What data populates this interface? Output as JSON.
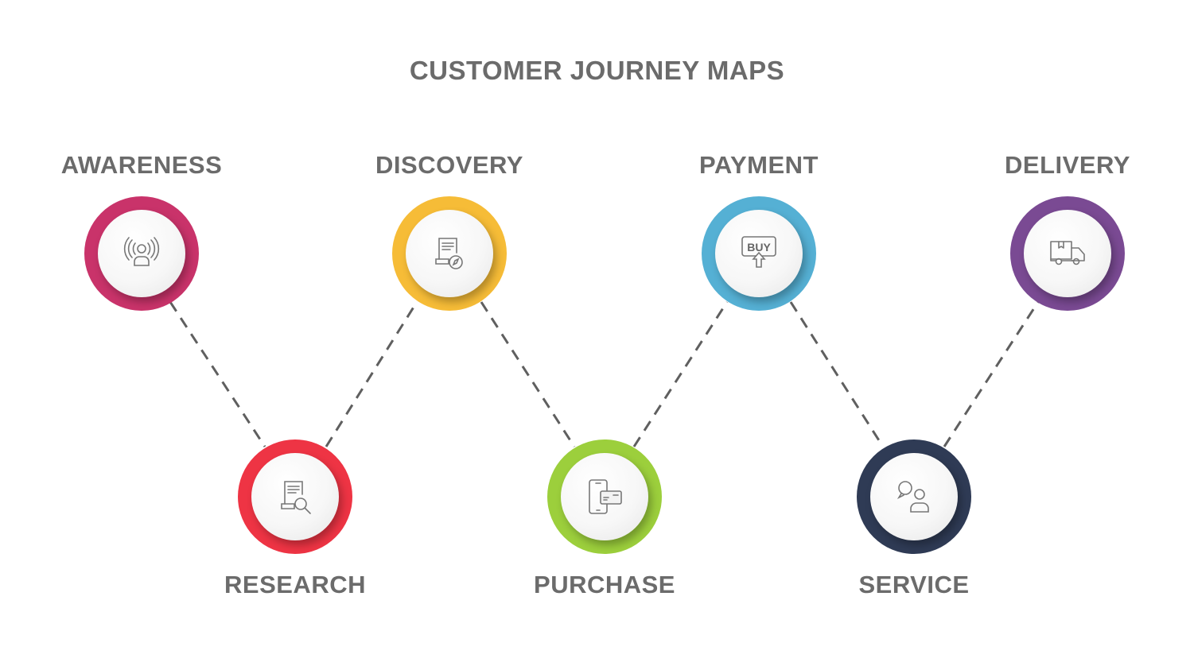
{
  "title": "CUSTOMER JOURNEY MAPS",
  "stages": [
    {
      "label": "AWARENESS",
      "icon": "broadcast-person-icon",
      "color": "#c9336a"
    },
    {
      "label": "RESEARCH",
      "icon": "document-search-icon",
      "color": "#ee3444"
    },
    {
      "label": "DISCOVERY",
      "icon": "document-compass-icon",
      "color": "#f6bc37"
    },
    {
      "label": "PURCHASE",
      "icon": "mobile-card-icon",
      "color": "#9ccf3c"
    },
    {
      "label": "PAYMENT",
      "icon": "buy-button-icon",
      "color": "#55b0d4",
      "icon_text": "BUY"
    },
    {
      "label": "SERVICE",
      "icon": "chat-user-icon",
      "color": "#2f3b55"
    },
    {
      "label": "DELIVERY",
      "icon": "delivery-truck-icon",
      "color": "#7a4a93"
    }
  ]
}
